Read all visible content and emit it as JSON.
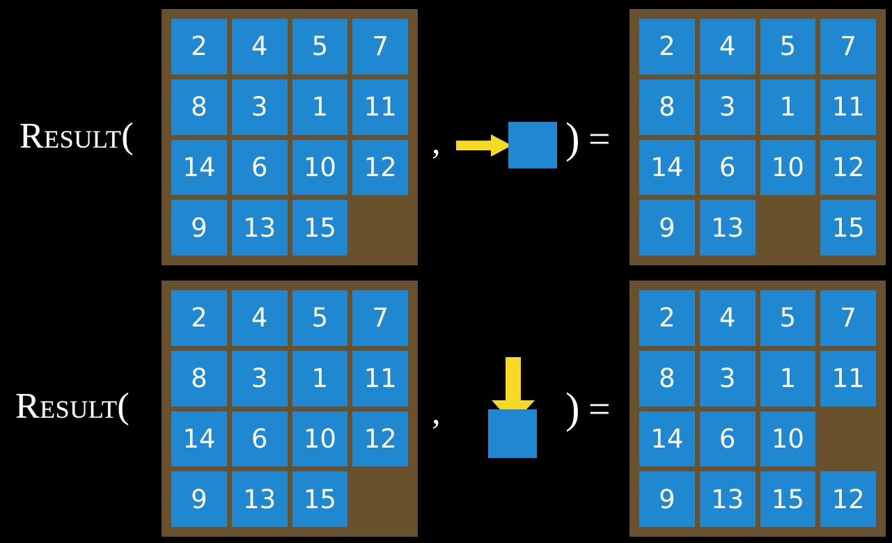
{
  "page": {
    "background_color": "#000000",
    "tile_color": "#2088D0",
    "frame_color": "#68512C",
    "arrow_color": "#F5D924",
    "text_color": "#FFFFFF"
  },
  "rows": [
    {
      "label": "Result(",
      "comma": ",",
      "close_paren": ")",
      "equals": "=",
      "operand": {
        "arrow_icon": "arrow-right-icon",
        "direction": "right",
        "tile_label": ""
      },
      "input_board": {
        "columns": 4,
        "rows": 4,
        "tiles": [
          "2",
          "4",
          "5",
          "7",
          "8",
          "3",
          "1",
          "11",
          "14",
          "6",
          "10",
          "12",
          "9",
          "13",
          "15",
          ""
        ]
      },
      "output_board": {
        "columns": 4,
        "rows": 4,
        "tiles": [
          "2",
          "4",
          "5",
          "7",
          "8",
          "3",
          "1",
          "11",
          "14",
          "6",
          "10",
          "12",
          "9",
          "13",
          "",
          "15"
        ]
      }
    },
    {
      "label": "Result(",
      "comma": ",",
      "close_paren": ")",
      "equals": "=",
      "operand": {
        "arrow_icon": "arrow-down-icon",
        "direction": "down",
        "tile_label": ""
      },
      "input_board": {
        "columns": 4,
        "rows": 4,
        "tiles": [
          "2",
          "4",
          "5",
          "7",
          "8",
          "3",
          "1",
          "11",
          "14",
          "6",
          "10",
          "12",
          "9",
          "13",
          "15",
          ""
        ]
      },
      "output_board": {
        "columns": 4,
        "rows": 4,
        "tiles": [
          "2",
          "4",
          "5",
          "7",
          "8",
          "3",
          "1",
          "11",
          "14",
          "6",
          "10",
          "",
          "9",
          "13",
          "15",
          "12"
        ]
      }
    }
  ]
}
